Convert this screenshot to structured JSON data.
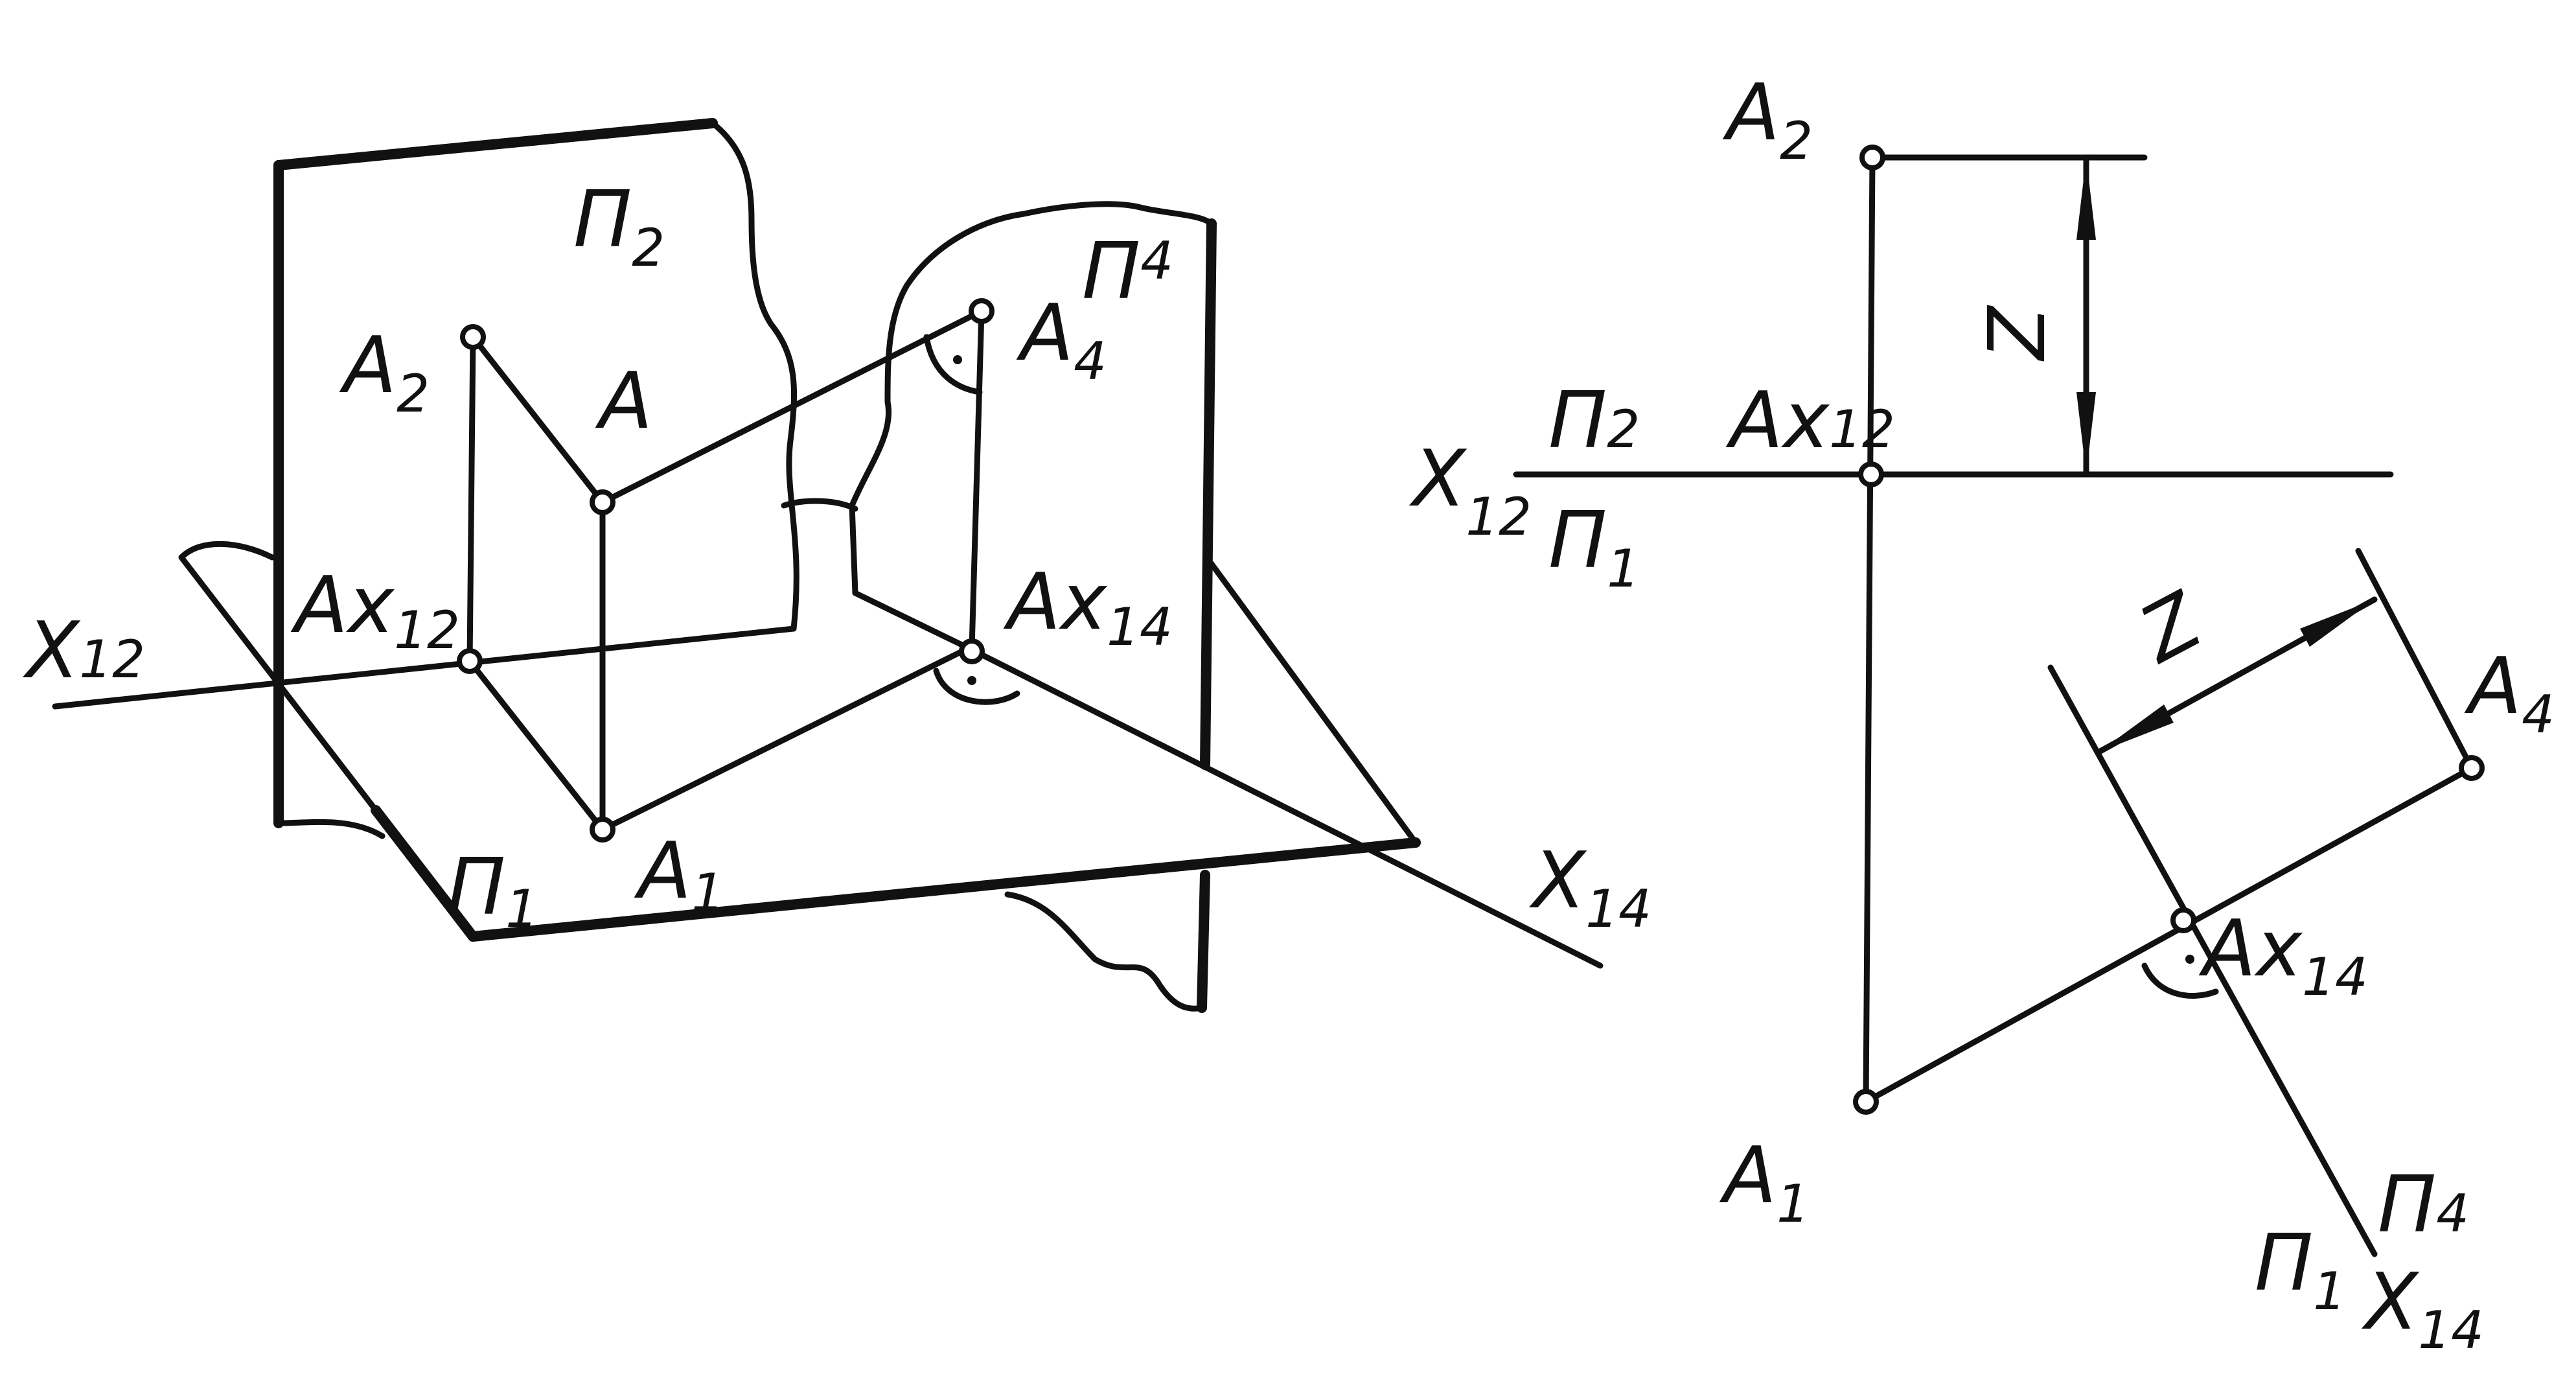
{
  "labels": {
    "pi2": "П",
    "pi2_sub": "2",
    "pi1": "П",
    "pi1_sub": "1",
    "pi4": "П",
    "pi4_sub": "4",
    "A": "A",
    "A2": "A",
    "A2_sub": "2",
    "A1": "A",
    "A1_sub": "1",
    "A4": "A",
    "A4_sub": "4",
    "Ax12": "Ax",
    "Ax12_sub": "12",
    "Ax14": "Ax",
    "Ax14_sub": "14",
    "X12": "X",
    "X12_sub": "12",
    "X14": "X",
    "X14_sub": "14",
    "Z": "Z",
    "N": "Z"
  }
}
